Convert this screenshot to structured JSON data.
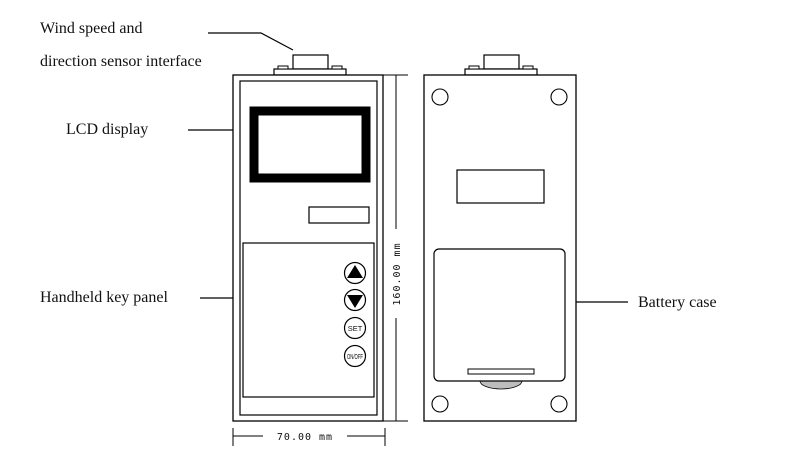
{
  "diagram": {
    "title": "Handheld wind speed and direction meter - front and back views",
    "labels": {
      "sensor_interface_line1": "Wind speed and",
      "sensor_interface_line2": "direction sensor interface",
      "lcd_display": "LCD display",
      "key_panel": "Handheld key panel",
      "battery_case": "Battery case"
    },
    "buttons": {
      "up": "up-arrow",
      "down": "down-arrow",
      "set": "SET",
      "onoff": "ON/OFF"
    },
    "dimensions": {
      "height": "160.00 mm",
      "width": "70.00 mm"
    },
    "colors": {
      "line": "#000000",
      "background": "#ffffff",
      "battery_tab": "#bdbdbd"
    }
  }
}
